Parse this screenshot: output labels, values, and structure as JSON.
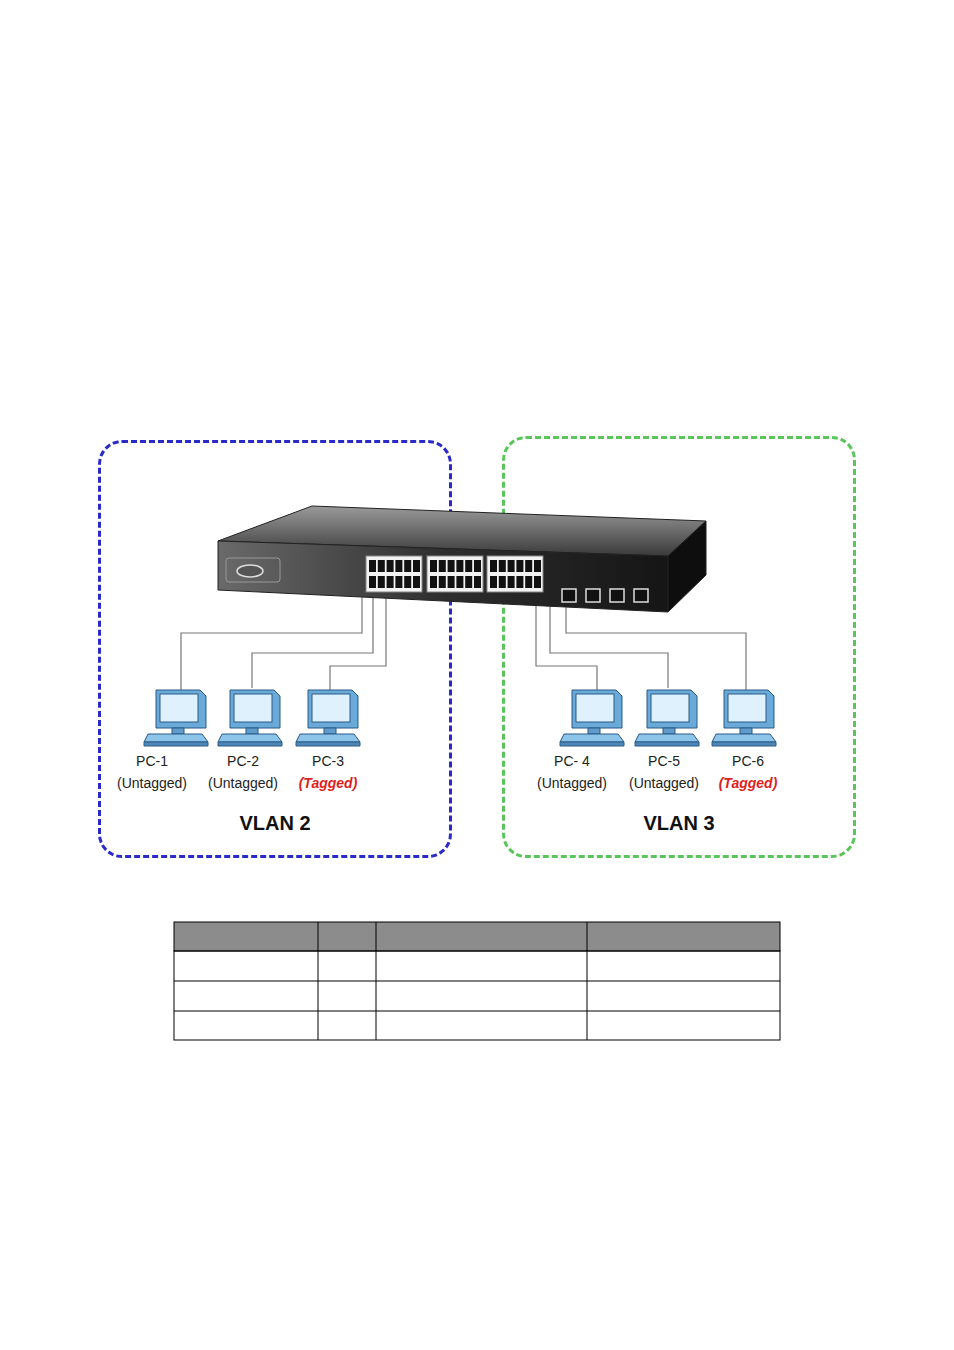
{
  "diagram": {
    "nodes": [
      {
        "text": [
          "VLAN 2"
        ]
      },
      {
        "text": [
          "PC-1",
          "(Untagged)"
        ],
        "in": 0
      },
      {
        "text": [
          "PC-2",
          "(Untagged)"
        ],
        "in": 0
      },
      {
        "text": [
          "PC-3",
          "(Tagged)"
        ],
        "in": 0
      },
      {
        "text": [
          "VLAN 3"
        ]
      },
      {
        "text": [
          "PC- 4",
          "(Untagged)"
        ],
        "in": 4
      },
      {
        "text": [
          "PC-5",
          "(Untagged)"
        ],
        "in": 4
      },
      {
        "text": [
          "PC-6",
          "(Tagged)"
        ],
        "in": 4
      }
    ]
  }
}
